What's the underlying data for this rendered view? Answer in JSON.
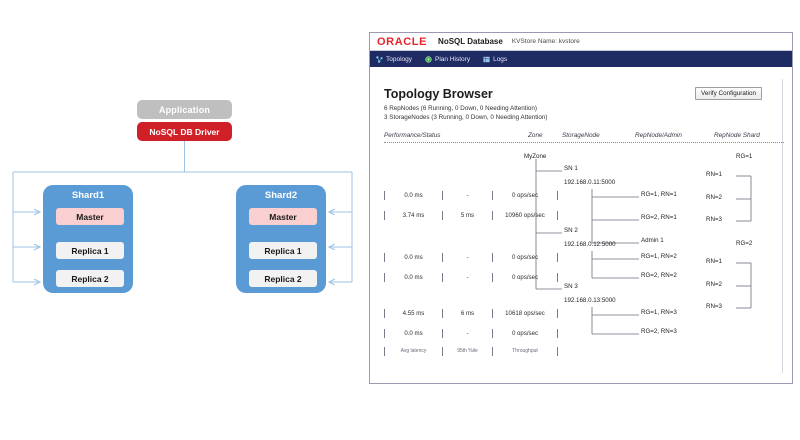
{
  "diagram": {
    "application_label": "Application",
    "driver_label": "NoSQL DB Driver",
    "shards": [
      {
        "title": "Shard1",
        "nodes": [
          "Master",
          "Replica 1",
          "Replica 2"
        ]
      },
      {
        "title": "Shard2",
        "nodes": [
          "Master",
          "Replica 1",
          "Replica 2"
        ]
      }
    ],
    "colors": {
      "shard_blue": "#5b9bd5",
      "master_pink": "#f9cfcf",
      "replica_gray": "#f2f2f2",
      "application_gray": "#bfbfbf",
      "driver_red": "#d02027",
      "replication_arrow_red": "#c0392b",
      "request_arrow_blue": "#9dc3e6"
    }
  },
  "console": {
    "brand": {
      "logo_text": "ORACLE",
      "product": "NoSQL Database",
      "kvstore": "KVStore Name: kvstore",
      "logo_color": "#e8242a"
    },
    "nav": {
      "background": "#1f2b63",
      "items": [
        {
          "label": "Topology",
          "icon": "topology-icon"
        },
        {
          "label": "Plan History",
          "icon": "plan-history-icon"
        },
        {
          "label": "Logs",
          "icon": "logs-icon"
        }
      ]
    },
    "page_title": "Topology Browser",
    "summary": [
      "6 RepNodes (6 Running, 0 Down, 0 Needing Attention)",
      "3 StorageNodes (3 Running, 0 Down, 0 Needing Attention)"
    ],
    "verify_button": "Verify Configuration",
    "columns": [
      "Performance/Status",
      "Zone",
      "StorageNode",
      "RepNode/Admin",
      "RepNode Shard"
    ],
    "zone": "MyZone",
    "storage_nodes": [
      {
        "name": "SN 1",
        "address": "192.168.0.11:5000",
        "children": [
          "RG=1, RN=1",
          "RG=2, RN=1",
          "Admin 1"
        ],
        "metrics": [
          {
            "latency": "0.0 ms",
            "percentile": "-",
            "throughput": "0 ops/sec"
          },
          {
            "latency": "3.74 ms",
            "percentile": "5 ms",
            "throughput": "10960 ops/sec"
          }
        ]
      },
      {
        "name": "SN 2",
        "address": "192.168.0.12:5000",
        "children": [
          "RG=1, RN=2",
          "RG=2, RN=2"
        ],
        "metrics": [
          {
            "latency": "0.0 ms",
            "percentile": "-",
            "throughput": "0 ops/sec"
          },
          {
            "latency": "0.0 ms",
            "percentile": "-",
            "throughput": "0 ops/sec"
          }
        ]
      },
      {
        "name": "SN 3",
        "address": "192.168.0.13:5000",
        "children": [
          "RG=1, RN=3",
          "RG=2, RN=3"
        ],
        "metrics": [
          {
            "latency": "4.55 ms",
            "percentile": "6 ms",
            "throughput": "10618 ops/sec"
          },
          {
            "latency": "0.0 ms",
            "percentile": "-",
            "throughput": "0 ops/sec"
          }
        ]
      }
    ],
    "metric_legend": {
      "latency": "Avg latency",
      "percentile": "95th %ile",
      "throughput": "Throughput"
    },
    "shard_groups": [
      {
        "name": "RG=1",
        "members": [
          "RN=1",
          "RN=2",
          "RN=3"
        ]
      },
      {
        "name": "RG=2",
        "members": [
          "RN=1",
          "RN=2",
          "RN=3"
        ]
      }
    ]
  }
}
